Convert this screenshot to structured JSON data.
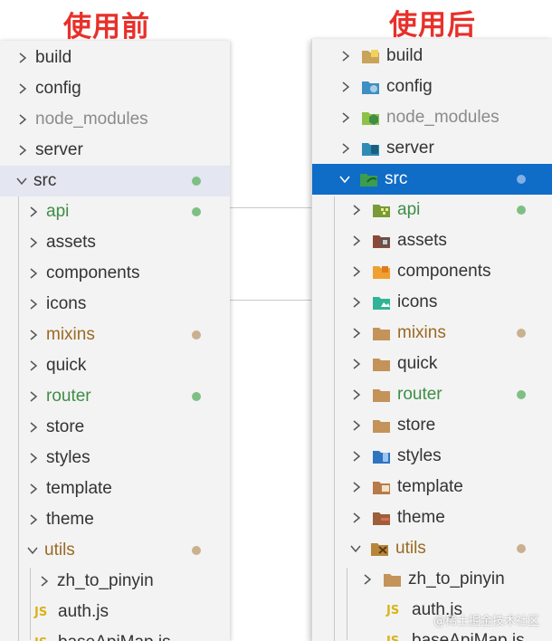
{
  "headings": {
    "before": "使用前",
    "after": "使用后"
  },
  "colors": {
    "heading": "#e8302a",
    "panel_bg": "#f3f3f3",
    "selection": "#0f6cc7",
    "hover_row": "#e4e6f1",
    "dot_green": "#7fbf85",
    "dot_tan": "#c9b08f",
    "dot_selected": "#7fb0e6",
    "text_green": "#3e8e46",
    "text_brown": "#9b6a23",
    "text_gray": "#8b8b8b"
  },
  "before": {
    "items": [
      {
        "label": "build",
        "type": "folder",
        "state": "collapsed"
      },
      {
        "label": "config",
        "type": "folder",
        "state": "collapsed"
      },
      {
        "label": "node_modules",
        "type": "folder",
        "state": "collapsed",
        "tone": "gray"
      },
      {
        "label": "server",
        "type": "folder",
        "state": "collapsed"
      },
      {
        "label": "src",
        "type": "folder",
        "state": "expanded",
        "decoration": "green-dot"
      },
      {
        "label": "api",
        "type": "folder",
        "state": "collapsed",
        "tone": "green",
        "decoration": "green-dot"
      },
      {
        "label": "assets",
        "type": "folder",
        "state": "collapsed"
      },
      {
        "label": "components",
        "type": "folder",
        "state": "collapsed"
      },
      {
        "label": "icons",
        "type": "folder",
        "state": "collapsed"
      },
      {
        "label": "mixins",
        "type": "folder",
        "state": "collapsed",
        "tone": "brown",
        "decoration": "tan-dot"
      },
      {
        "label": "quick",
        "type": "folder",
        "state": "collapsed"
      },
      {
        "label": "router",
        "type": "folder",
        "state": "collapsed",
        "tone": "green",
        "decoration": "green-dot"
      },
      {
        "label": "store",
        "type": "folder",
        "state": "collapsed"
      },
      {
        "label": "styles",
        "type": "folder",
        "state": "collapsed"
      },
      {
        "label": "template",
        "type": "folder",
        "state": "collapsed"
      },
      {
        "label": "theme",
        "type": "folder",
        "state": "collapsed"
      },
      {
        "label": "utils",
        "type": "folder",
        "state": "expanded",
        "tone": "brown",
        "decoration": "tan-dot"
      },
      {
        "label": "zh_to_pinyin",
        "type": "folder",
        "state": "collapsed"
      },
      {
        "label": "auth.js",
        "type": "file",
        "badge": "JS"
      },
      {
        "label": "baseApiMap.js",
        "type": "file",
        "badge": "JS"
      }
    ]
  },
  "after": {
    "items": [
      {
        "label": "build",
        "type": "folder",
        "state": "collapsed",
        "icon": "build-folder-icon"
      },
      {
        "label": "config",
        "type": "folder",
        "state": "collapsed",
        "icon": "config-folder-icon"
      },
      {
        "label": "node_modules",
        "type": "folder",
        "state": "collapsed",
        "tone": "gray",
        "icon": "node-folder-icon"
      },
      {
        "label": "server",
        "type": "folder",
        "state": "collapsed",
        "icon": "server-folder-icon"
      },
      {
        "label": "src",
        "type": "folder",
        "state": "expanded",
        "selected": true,
        "decoration": "blue-dot",
        "icon": "src-folder-icon"
      },
      {
        "label": "api",
        "type": "folder",
        "state": "collapsed",
        "tone": "green",
        "decoration": "green-dot",
        "icon": "api-folder-icon"
      },
      {
        "label": "assets",
        "type": "folder",
        "state": "collapsed",
        "icon": "assets-folder-icon"
      },
      {
        "label": "components",
        "type": "folder",
        "state": "collapsed",
        "icon": "components-folder-icon"
      },
      {
        "label": "icons",
        "type": "folder",
        "state": "collapsed",
        "icon": "icons-folder-icon"
      },
      {
        "label": "mixins",
        "type": "folder",
        "state": "collapsed",
        "tone": "brown",
        "decoration": "tan-dot",
        "icon": "folder-icon"
      },
      {
        "label": "quick",
        "type": "folder",
        "state": "collapsed",
        "icon": "folder-icon"
      },
      {
        "label": "router",
        "type": "folder",
        "state": "collapsed",
        "tone": "green",
        "decoration": "green-dot",
        "icon": "folder-icon"
      },
      {
        "label": "store",
        "type": "folder",
        "state": "collapsed",
        "icon": "folder-icon"
      },
      {
        "label": "styles",
        "type": "folder",
        "state": "collapsed",
        "icon": "styles-folder-icon"
      },
      {
        "label": "template",
        "type": "folder",
        "state": "collapsed",
        "icon": "template-folder-icon"
      },
      {
        "label": "theme",
        "type": "folder",
        "state": "collapsed",
        "icon": "theme-folder-icon"
      },
      {
        "label": "utils",
        "type": "folder",
        "state": "expanded",
        "tone": "brown",
        "decoration": "tan-dot",
        "icon": "utils-folder-open-icon"
      },
      {
        "label": "zh_to_pinyin",
        "type": "folder",
        "state": "collapsed",
        "icon": "folder-icon"
      },
      {
        "label": "auth.js",
        "type": "file",
        "badge": "JS"
      },
      {
        "label": "baseApiMap.js",
        "type": "file",
        "badge": "JS"
      }
    ]
  },
  "watermark": "@稀土掘金技术社区"
}
